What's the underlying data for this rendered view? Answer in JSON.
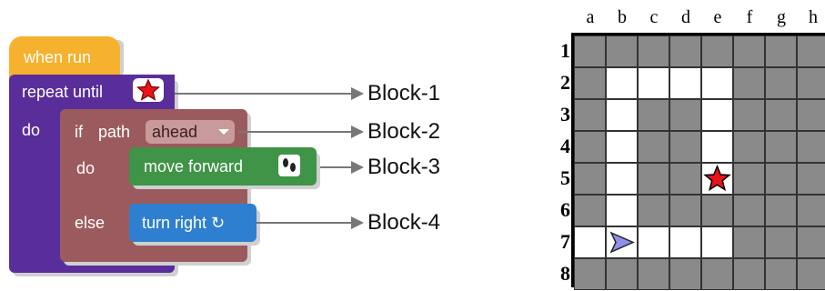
{
  "program": {
    "when_run_label": "when run",
    "repeat_until_label": "repeat until",
    "do_label": "do",
    "if_label": "if",
    "path_label": "path",
    "dropdown_value": "ahead",
    "if_do_label": "do",
    "else_label": "else",
    "move_forward_label": "move forward",
    "turn_right_label": "turn right ↻",
    "colors": {
      "event": "#f6b12e",
      "loop": "#5a2e9a",
      "conditional": "#9b5b5e",
      "move": "#3f9447",
      "turn": "#2f7fd0"
    },
    "icons": [
      "star-icon",
      "footprints-icon",
      "rotate-icon"
    ]
  },
  "callouts": [
    "Block-1",
    "Block-2",
    "Block-3",
    "Block-4"
  ],
  "grid": {
    "columns": [
      "a",
      "b",
      "c",
      "d",
      "e",
      "f",
      "g",
      "h"
    ],
    "rows": [
      "1",
      "2",
      "3",
      "4",
      "5",
      "6",
      "7",
      "8"
    ],
    "open_cells": [
      "b2",
      "c2",
      "d2",
      "e2",
      "b3",
      "e3",
      "b4",
      "e4",
      "b5",
      "e5",
      "b6",
      "a7",
      "b7",
      "c7",
      "d7",
      "e7"
    ],
    "star_cell": "e5",
    "arrow_cell": "b7",
    "arrow_direction": "right",
    "colors": {
      "wall": "#8a8a8a",
      "open": "#ffffff",
      "star": "#e8121a",
      "arrow": "#8f8fe8"
    }
  }
}
